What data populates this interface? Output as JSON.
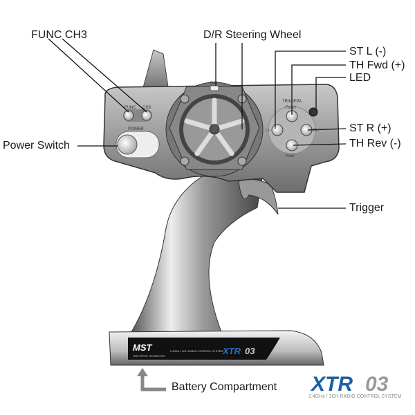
{
  "labels": {
    "func_ch3": "FUNC CH3",
    "dr_steering": "D/R Steering Wheel",
    "st_l": "ST L (-)",
    "th_fwd": "TH Fwd (+)",
    "led": "LED",
    "power_switch": "Power Switch",
    "st_r": "ST R (+)",
    "th_rev": "TH Rev (-)",
    "trigger": "Trigger",
    "battery": "Battery Compartment"
  },
  "device_print": {
    "func": "FUNC",
    "ch3": "CH3",
    "power": "POWER",
    "dr": "D/R",
    "trim_epa": "TRIM/EPA",
    "fwd": "Fwd/+",
    "left": "L/-",
    "right": "R/+",
    "rev": "Rev/-",
    "brand": "MST",
    "brand_sub": "HIGH SPEED TECHNOLOGY",
    "system": "2.4GHz / 3CH RADIO CONTROL SYSTEM",
    "model_a": "XTR",
    "model_b": "03"
  },
  "logo": {
    "model_a": "XTR",
    "model_b": "03",
    "tagline": "2.4GHz / 3CH RADIO CONTROL SYSTEM"
  },
  "colors": {
    "accent_blue": "#1a5fa8",
    "logo_gray": "#9a9a9a"
  }
}
